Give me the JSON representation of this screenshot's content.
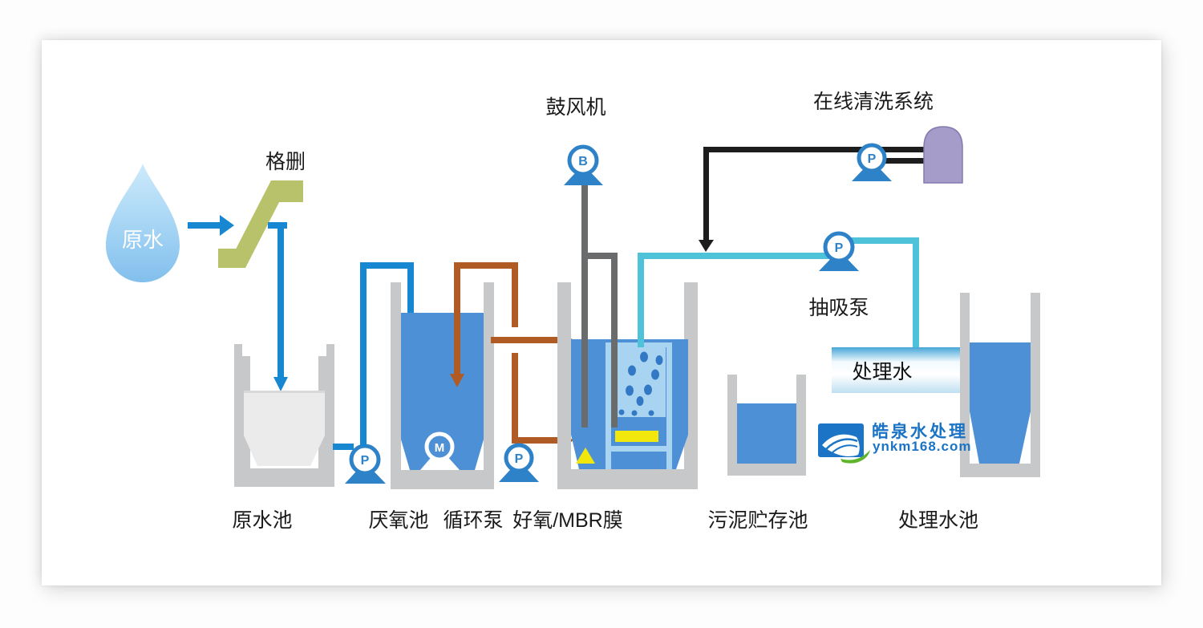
{
  "labels": {
    "raw_water_drop": "原水",
    "screen": "格删",
    "blower": "鼓风机",
    "online_cleaning_system": "在线清洗系统",
    "suction_pump": "抽吸泵",
    "treated_water_box": "处理水",
    "tank_raw_water": "原水池",
    "tank_anaerobic": "厌氧池",
    "pump_circulation": "循环泵",
    "tank_aerobic_mbr": "好氧/MBR膜",
    "tank_sludge_storage": "污泥贮存池",
    "tank_treated_water": "处理水池"
  },
  "pump_letters": {
    "blower": "B",
    "raw_water": "P",
    "mixer": "M",
    "circulation": "P",
    "suction": "P",
    "cleaning": "P"
  },
  "logo": {
    "company": "皓泉水处理",
    "website": "ynkm168.com"
  },
  "colors": {
    "pipe_blue": "#1787d1",
    "pipe_brown": "#b05a24",
    "pipe_cyan": "#4ec2d8",
    "pipe_black": "#1d1d1d",
    "pipe_gray": "#6a6b6c",
    "water_blue": "#4e90d5",
    "tank_gray": "#c7c8c9",
    "raw_pool_water": "#ebebeb",
    "membrane_light_blue": "#a9d4f1",
    "bubble_blue": "#3278c4",
    "screen_olive": "#b7c26a",
    "dome_purple": "#a59cc9",
    "diffuser_yellow": "#f2e70c",
    "pump_blue": "#2e82c8",
    "logo_blue": "#1a73c4",
    "logo_green": "#5fb52a"
  }
}
